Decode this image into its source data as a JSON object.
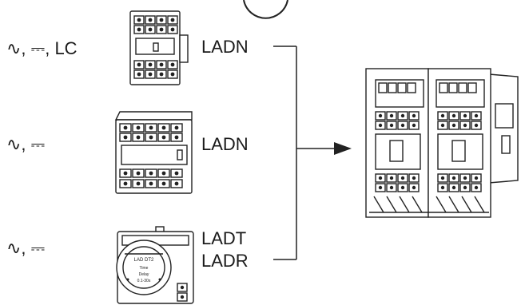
{
  "rows": [
    {
      "supply_label": "∿, ⎓, LC",
      "module_labels": [
        "LADN"
      ]
    },
    {
      "supply_label": "∿, ⎓",
      "module_labels": [
        "LADN"
      ]
    },
    {
      "supply_label": "∿, ⎓",
      "module_labels": [
        "LADT",
        "LADR"
      ]
    }
  ]
}
